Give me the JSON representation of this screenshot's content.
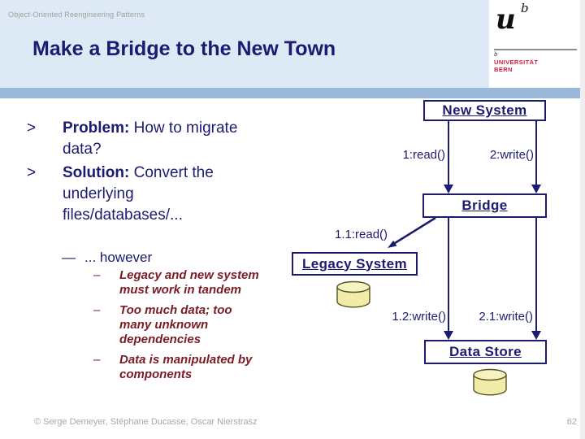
{
  "slide": {
    "meta_title": "Object-Oriented Reengineering Patterns",
    "title": "Make a Bridge to the New Town",
    "footer_credits": "© Serge Demeyer, Stéphane Ducasse, Oscar Nierstrasz",
    "page_number": "62"
  },
  "logo": {
    "glyph": "u",
    "sup": "b",
    "small": "b",
    "line1": "UNIVERSITÄT",
    "line2": "BERN"
  },
  "content": {
    "bullet_marker": ">",
    "bullets": [
      {
        "lead": "Problem:",
        "rest": " How to migrate\ndata?"
      },
      {
        "lead": "Solution:",
        "rest": " Convert the\nunderlying\nfiles/databases/..."
      }
    ],
    "however_marker": "—",
    "however_text": "... however",
    "sub_bullet_marker": "–",
    "sub_items": [
      "Legacy and new system\nmust work in tandem",
      "Too much data; too\nmany unknown\ndependencies",
      "Data is manipulated by\ncomponents"
    ]
  },
  "diagram": {
    "new_system": "New System",
    "bridge": "Bridge",
    "legacy_system": "Legacy System",
    "data_store": "Data Store",
    "msg_read_1": "1:read()",
    "msg_write_2": "2:write()",
    "msg_read_1_1": "1.1:read()",
    "msg_write_1_2": "1.2:write()",
    "msg_write_2_1": "2.1:write()"
  },
  "colors": {
    "navy": "#1b1b72",
    "maroon": "#7a1c24",
    "accent_bar": "#9ab8d9",
    "header_bg": "#dde9f4",
    "uni_red": "#d01d3f",
    "cylinder_fill": "#f1eda8"
  }
}
